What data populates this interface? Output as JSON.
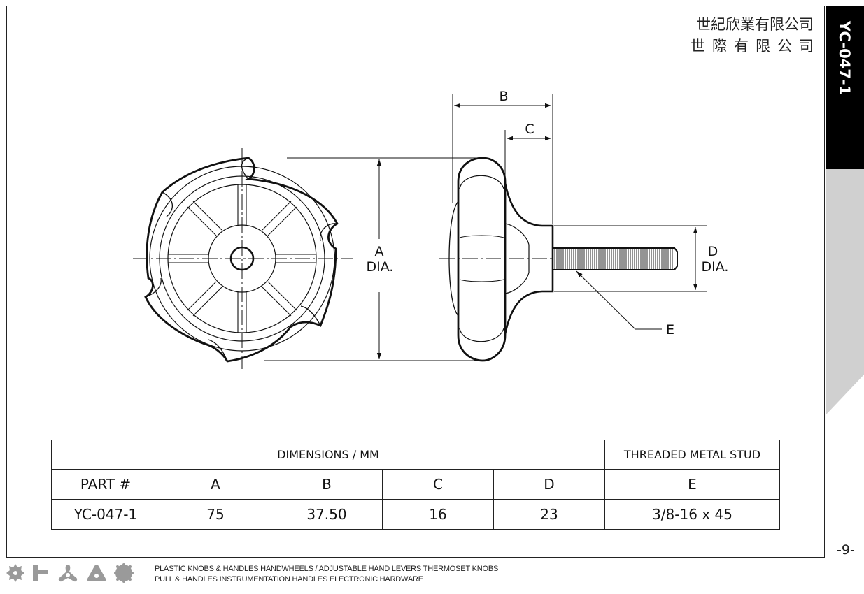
{
  "company": {
    "name_line1": "世紀欣業有限公司",
    "name_line2": "世際有限公司"
  },
  "side_tab": {
    "model": "YC-047-1"
  },
  "page_number": "-9-",
  "drawing": {
    "label_a": "A",
    "label_a_dia": "DIA.",
    "label_b": "B",
    "label_c": "C",
    "label_d": "D",
    "label_d_dia": "DIA.",
    "label_e": "E"
  },
  "table": {
    "group_dimensions": "DIMENSIONS / MM",
    "group_stud": "THREADED METAL STUD",
    "headers": [
      "PART #",
      "A",
      "B",
      "C",
      "D",
      "E"
    ],
    "rows": [
      [
        "YC-047-1",
        "75",
        "37.50",
        "16",
        "23",
        "3/8-16 x 45"
      ]
    ]
  },
  "footer": {
    "line1": "PLASTIC KNOBS & HANDLES HANDWHEELS / ADJUSTABLE HAND LEVERS THERMOSET KNOBS",
    "line2": "PULL & HANDLES INSTRUMENTATION HANDLES ELECTRONIC HARDWARE",
    "icons": [
      "gear-knob-icon",
      "t-handle-icon",
      "three-lobe-knob-icon",
      "triangle-knob-icon",
      "scalloped-knob-icon"
    ]
  },
  "colors": {
    "tab_black": "#000000",
    "tab_grey": "#cfcfcf",
    "line": "#111111"
  }
}
